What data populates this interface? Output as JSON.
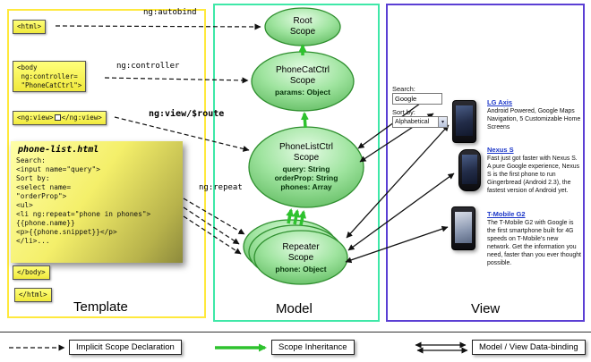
{
  "colors": {
    "template_border": "#ffe93d",
    "model_border": "#3fe8a8",
    "view_border": "#5b3fd4",
    "scope_fill": "#9fe49f",
    "scope_stroke": "#2f8f2f",
    "inheritance_arrow": "#2ec22e",
    "code_box_bg": "#ffff66",
    "note_bg": "#f4ef6a",
    "link_blue": "#1a35c8"
  },
  "template_col": {
    "label": "Template",
    "html_open": "<html>",
    "body_open": [
      "<body",
      " ng:controller=",
      " \"PhoneCatCtrl\">"
    ],
    "ng_view_open": "<ng:view>",
    "ng_view_close": "</ng:view>",
    "note_title": "phone-list.html",
    "note_code": [
      "Search:",
      "<input name=\"query\">",
      "Sort by:",
      "<select name=",
      "\"orderProp\">",
      "<ul>",
      "<li ng:repeat=\"phone in phones\">",
      "{{phone.name}}",
      "<p>{{phone.snippet}}</p>",
      "</li>..."
    ],
    "body_close": "</body>",
    "html_close": "</html>"
  },
  "arrows": {
    "autobind_label": "ng:autobind",
    "controller_label": "ng:controller",
    "view_route_label": "ng:view/$route",
    "repeat_label": "ng:repeat"
  },
  "model_col": {
    "label": "Model",
    "scopes": [
      {
        "title": [
          "Root",
          "Scope"
        ],
        "props": []
      },
      {
        "title": [
          "PhoneCatCtrl",
          "Scope"
        ],
        "props": [
          "params: Object"
        ]
      },
      {
        "title": [
          "PhoneListCtrl",
          "Scope"
        ],
        "props": [
          "query: String",
          "orderProp: String",
          "phones: Array"
        ]
      },
      {
        "title": [
          "Repeater",
          "Scope"
        ],
        "props": [
          "phone: Object"
        ]
      }
    ]
  },
  "view_col": {
    "label": "View",
    "search_label": "Search:",
    "search_value": "Google",
    "sort_label": "Sort by:",
    "sort_value": "Alphabetical",
    "phones": [
      {
        "name": "LG Axis",
        "description": "Android Powered, Google Maps Navigation, 5 Customizable Home Screens"
      },
      {
        "name": "Nexus S",
        "description": "Fast just got faster with Nexus S. A pure Google experience, Nexus S is the first phone to run Gingerbread (Android 2.3), the fastest version of Android yet."
      },
      {
        "name": "T-Mobile G2",
        "description": "The T-Mobile G2 with Google is the first smartphone built for 4G speeds on T-Mobile's new network. Get the information you need, faster than you ever thought possible."
      }
    ]
  },
  "legend": {
    "items": [
      {
        "label": "Implicit Scope Declaration"
      },
      {
        "label": "Scope Inheritance"
      },
      {
        "label": "Model / View Data-binding"
      }
    ]
  },
  "icons": {
    "dropdown_arrow": "▾"
  }
}
